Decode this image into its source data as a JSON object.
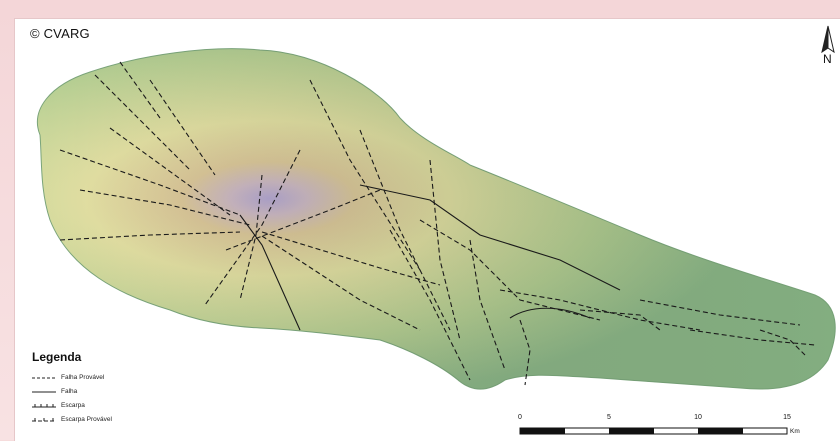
{
  "map": {
    "copyright": "© CVARG",
    "north_label": "N"
  },
  "legend": {
    "title": "Legenda",
    "items": [
      {
        "label": "Falha Provável",
        "style": "dashed"
      },
      {
        "label": "Falha",
        "style": "solid"
      },
      {
        "label": "Escarpa",
        "style": "ticked"
      },
      {
        "label": "Escarpa Provável",
        "style": "dashed-ticked"
      }
    ]
  },
  "scale": {
    "labels": [
      "0",
      "5",
      "10",
      "15"
    ],
    "unit": "Km"
  },
  "colors": {
    "lowland": "#8fb88a",
    "midland": "#e3e0a3",
    "upland": "#d7c493",
    "summit": "#a89ac9",
    "fault_line": "#1a1a1a",
    "background": "#f6dcdc"
  }
}
